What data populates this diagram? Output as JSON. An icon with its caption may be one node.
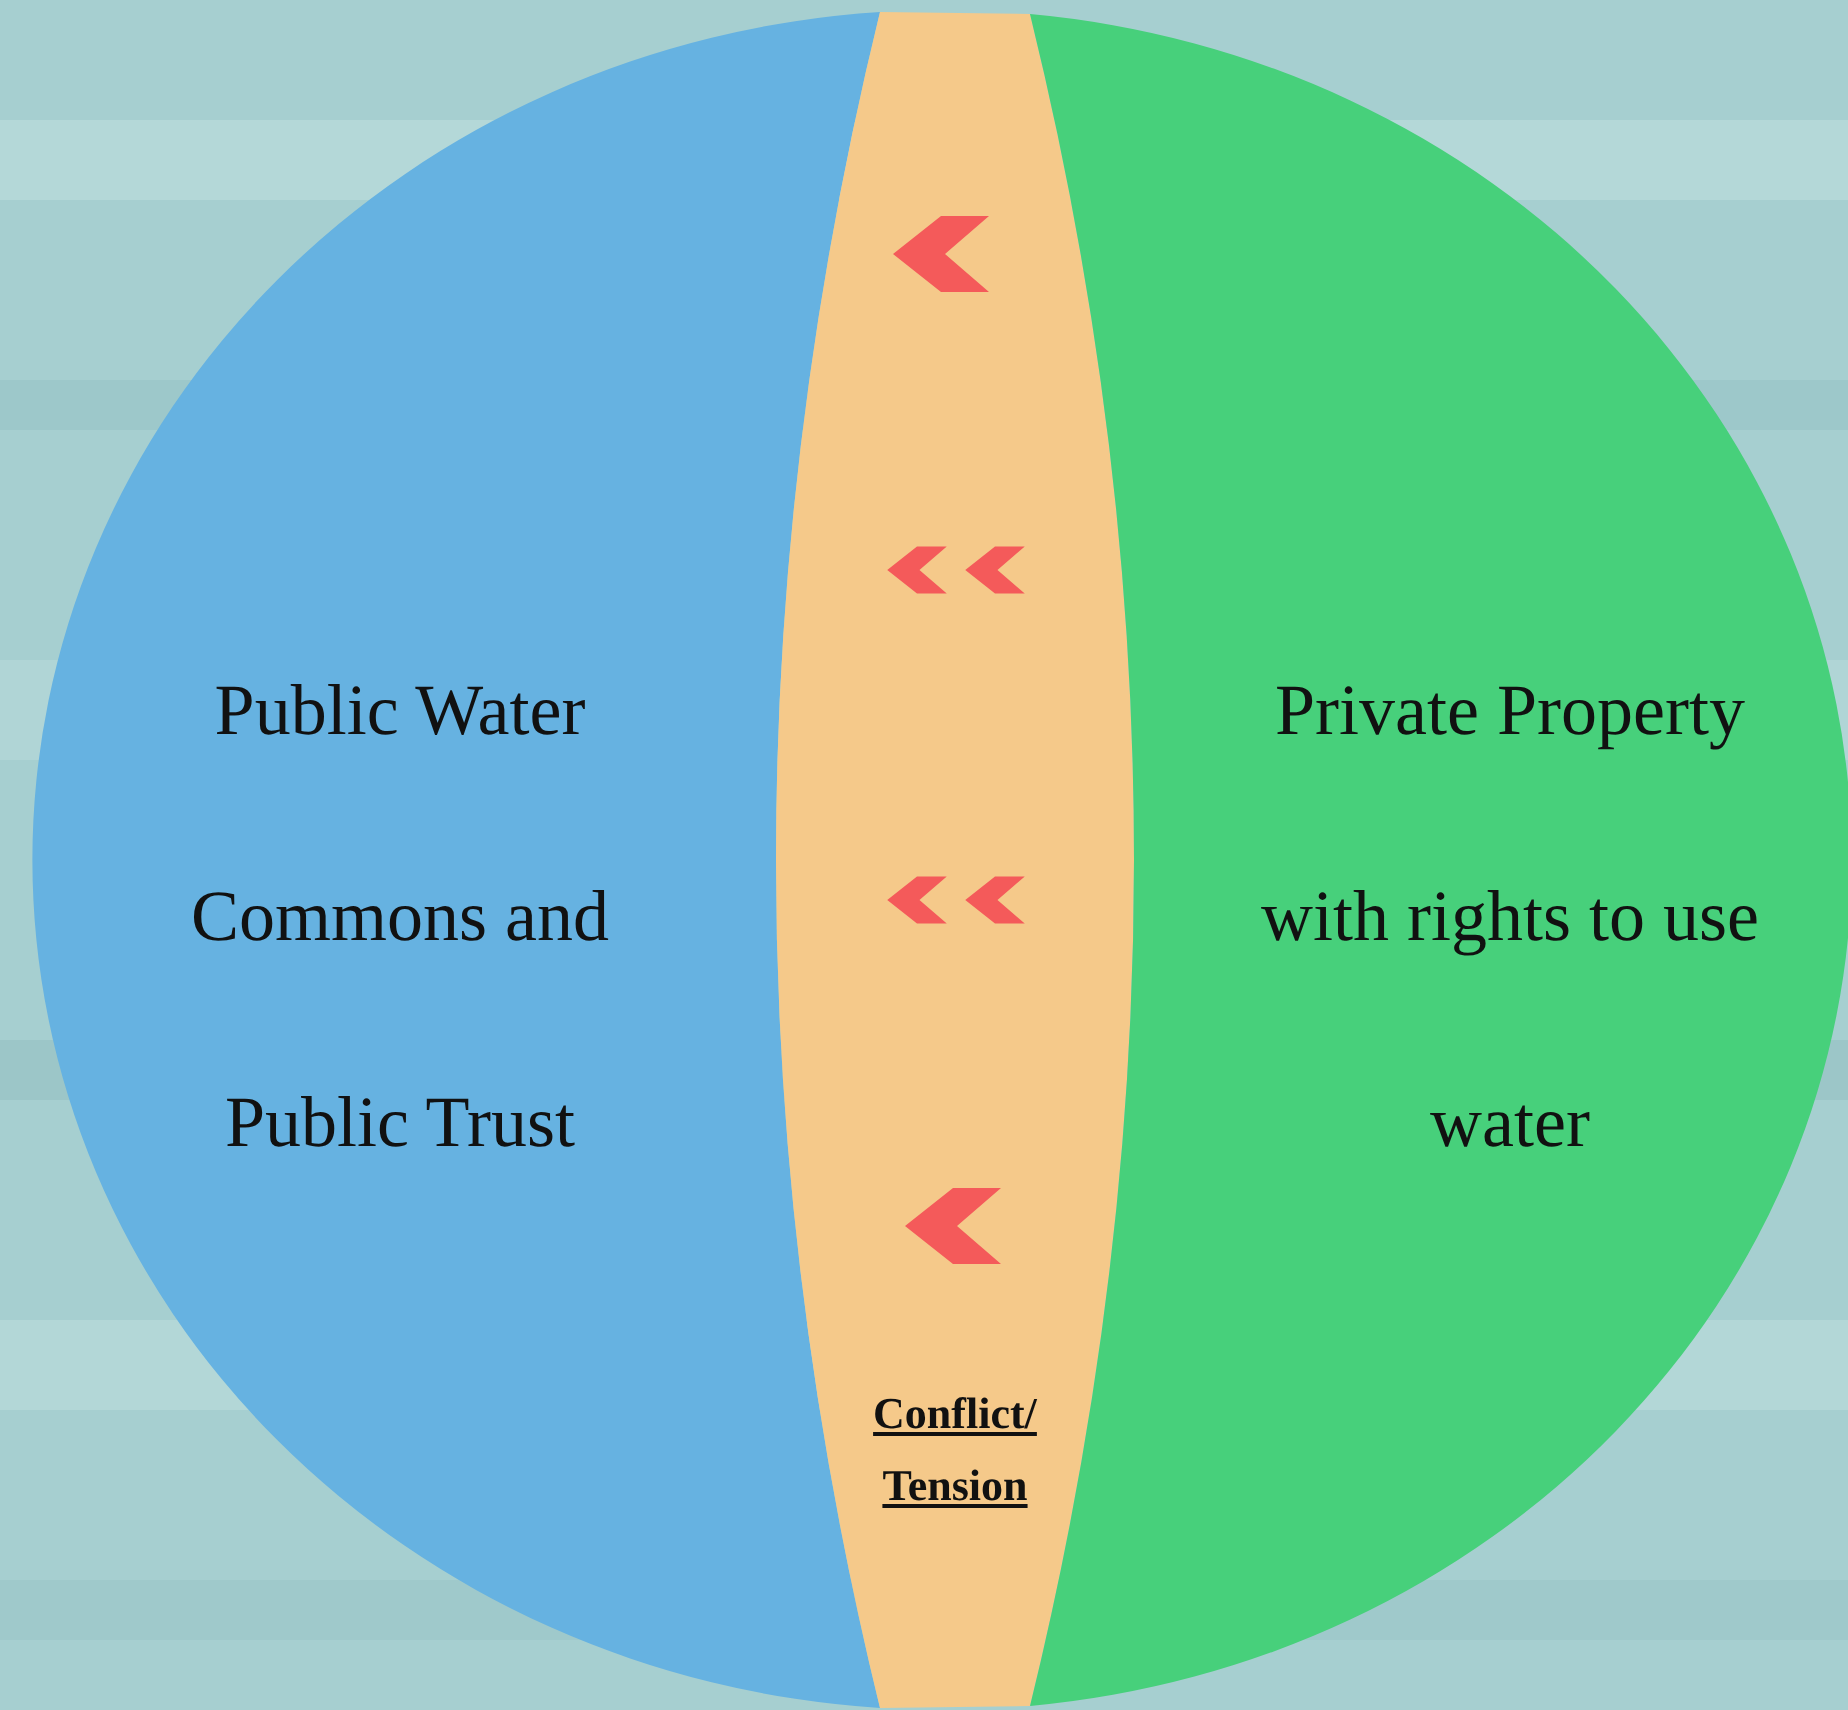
{
  "diagram": {
    "nodes": [
      {
        "text": [
          "Public Water Commons and Public Trust"
        ]
      },
      {
        "text": [
          "Conflict/ Tension"
        ]
      },
      {
        "text": [
          "Private Property with rights to use water"
        ]
      }
    ],
    "edges": [
      {
        "from": 2,
        "to": 0,
        "arrow": "to"
      },
      {
        "from": 2,
        "to": 0,
        "arrow": "to"
      },
      {
        "from": 2,
        "to": 0,
        "arrow": "to"
      },
      {
        "from": 2,
        "to": 0,
        "arrow": "to"
      }
    ]
  }
}
